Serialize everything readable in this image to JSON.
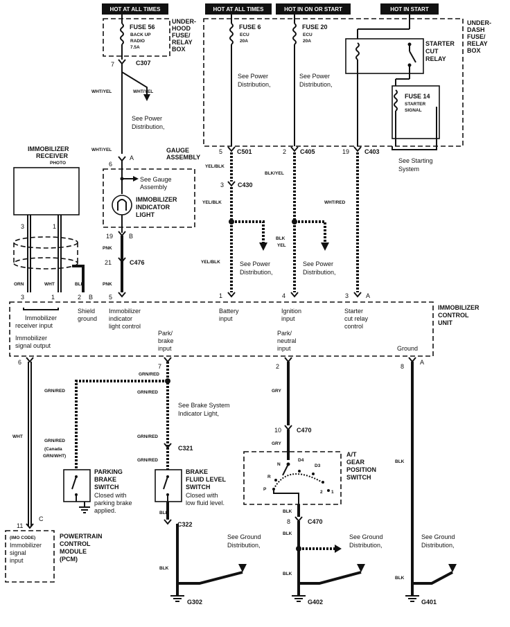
{
  "headers": {
    "hot_all_1": "HOT AT ALL TIMES",
    "hot_all_2": "HOT AT ALL TIMES",
    "hot_on_start": "HOT IN ON OR START",
    "hot_start": "HOT IN START"
  },
  "underhood": {
    "title_l1": "UNDER-",
    "title_l2": "HOOD",
    "title_l3": "FUSE/",
    "title_l4": "RELAY",
    "title_l5": "BOX",
    "fuse_name": "FUSE 56",
    "fuse_d1": "BACK UP",
    "fuse_d2": "RADIO",
    "fuse_d3": "7.5A"
  },
  "underdash": {
    "title_l1": "UNDER-",
    "title_l2": "DASH",
    "title_l3": "FUSE/",
    "title_l4": "RELAY",
    "title_l5": "BOX",
    "fuse6": "FUSE 6",
    "fuse6_d1": "ECU",
    "fuse6_d2": "20A",
    "fuse20": "FUSE 20",
    "fuse20_d1": "ECU",
    "fuse20_d2": "20A",
    "relay_l1": "STARTER",
    "relay_l2": "CUT",
    "relay_l3": "RELAY",
    "fuse14": "FUSE 14",
    "fuse14_d1": "STARTER",
    "fuse14_d2": "SIGNAL"
  },
  "refs": {
    "power_dist_a": "See Power",
    "power_dist_b": "Distribution,",
    "starting_a": "See Starting",
    "starting_b": "System",
    "gauge_a": "See Gauge",
    "gauge_b": "Assembly",
    "brake_ind_a": "See Brake System",
    "brake_ind_b": "Indicator Light,",
    "ground_a": "See Ground",
    "ground_b": "Distribution,"
  },
  "connectors": {
    "c307": "C307",
    "c501": "C501",
    "c405": "C405",
    "c403": "C403",
    "c430": "C430",
    "c476": "C476",
    "c321": "C321",
    "c322": "C322",
    "c470": "C470",
    "c470b": "C470",
    "g302": "G302",
    "g402": "G402",
    "g401": "G401"
  },
  "pins": {
    "p7": "7",
    "pA": "A",
    "p6": "6",
    "pB": "B",
    "p19": "19",
    "p21": "21",
    "p5": "5",
    "p5b": "5",
    "p2": "2",
    "p19b": "19",
    "p3": "3",
    "p1": "1",
    "p4": "4",
    "p3b": "3",
    "pAb": "A",
    "r3": "3",
    "r1": "1",
    "p3c": "3",
    "p1c": "1",
    "p2c": "2",
    "pBc": "B",
    "u6": "6",
    "u7": "7",
    "u2": "2",
    "u8": "8",
    "uA": "A",
    "p10": "10",
    "p8": "8",
    "p11": "11",
    "pC": "C"
  },
  "wires": {
    "wht_yel": "WHT/YEL",
    "yel_blk": "YEL/BLK",
    "blk_yel": "BLK/YEL",
    "wht_red": "WHT/RED",
    "pnk": "PNK",
    "orn": "ORN",
    "wht": "WHT",
    "blk": "BLK",
    "blk_l": "BLK",
    "yel_l": "YEL",
    "grn_red": "GRN/RED",
    "gry": "GRY",
    "canada_a": "(Canada",
    "canada_b": "GRN/WHT)"
  },
  "gauge": {
    "title_a": "GAUGE",
    "title_b": "ASSEMBLY",
    "light_a": "IMMOBILIZER",
    "light_b": "INDICATOR",
    "light_c": "LIGHT"
  },
  "receiver": {
    "title_a": "IMMOBILIZER",
    "title_b": "RECEIVER",
    "note": "PHOTO"
  },
  "icu": {
    "title_a": "IMMOBILIZER",
    "title_b": "CONTROL",
    "title_c": "UNIT",
    "recv_a": "Immobilizer",
    "recv_b": "receiver input",
    "shield_a": "Shield",
    "shield_b": "ground",
    "ind_a": "Immobilizer",
    "ind_b": "indicator",
    "ind_c": "light control",
    "batt_a": "Battery",
    "batt_b": "input",
    "ign_a": "Ignition",
    "ign_b": "input",
    "start_a": "Starter",
    "start_b": "cut relay",
    "start_c": "control",
    "sig_a": "Immobilizer",
    "sig_b": "signal output",
    "park_a": "Park/",
    "park_b": "brake",
    "park_c": "input",
    "neut_a": "Park/",
    "neut_b": "neutral",
    "neut_c": "input",
    "ground": "Ground"
  },
  "parking": {
    "t1": "PARKING",
    "t2": "BRAKE",
    "t3": "SWITCH",
    "d1": "Closed with",
    "d2": "parking brake",
    "d3": "applied."
  },
  "fluid": {
    "t1": "BRAKE",
    "t2": "FLUID LEVEL",
    "t3": "SWITCH",
    "d1": "Closed with",
    "d2": "low fluid level."
  },
  "gear": {
    "t1": "A/T",
    "t2": "GEAR",
    "t3": "POSITION",
    "t4": "SWITCH",
    "n": "N",
    "d4": "D4",
    "d3": "D3",
    "r": "R",
    "p": "P",
    "n2": "2",
    "n1": "1"
  },
  "pcm": {
    "imo": "(IMO CODE)",
    "d1": "Immobilizer",
    "d2": "signal",
    "d3": "input",
    "t1": "POWERTRAIN",
    "t2": "CONTROL",
    "t3": "MODULE",
    "t4": "(PCM)"
  }
}
